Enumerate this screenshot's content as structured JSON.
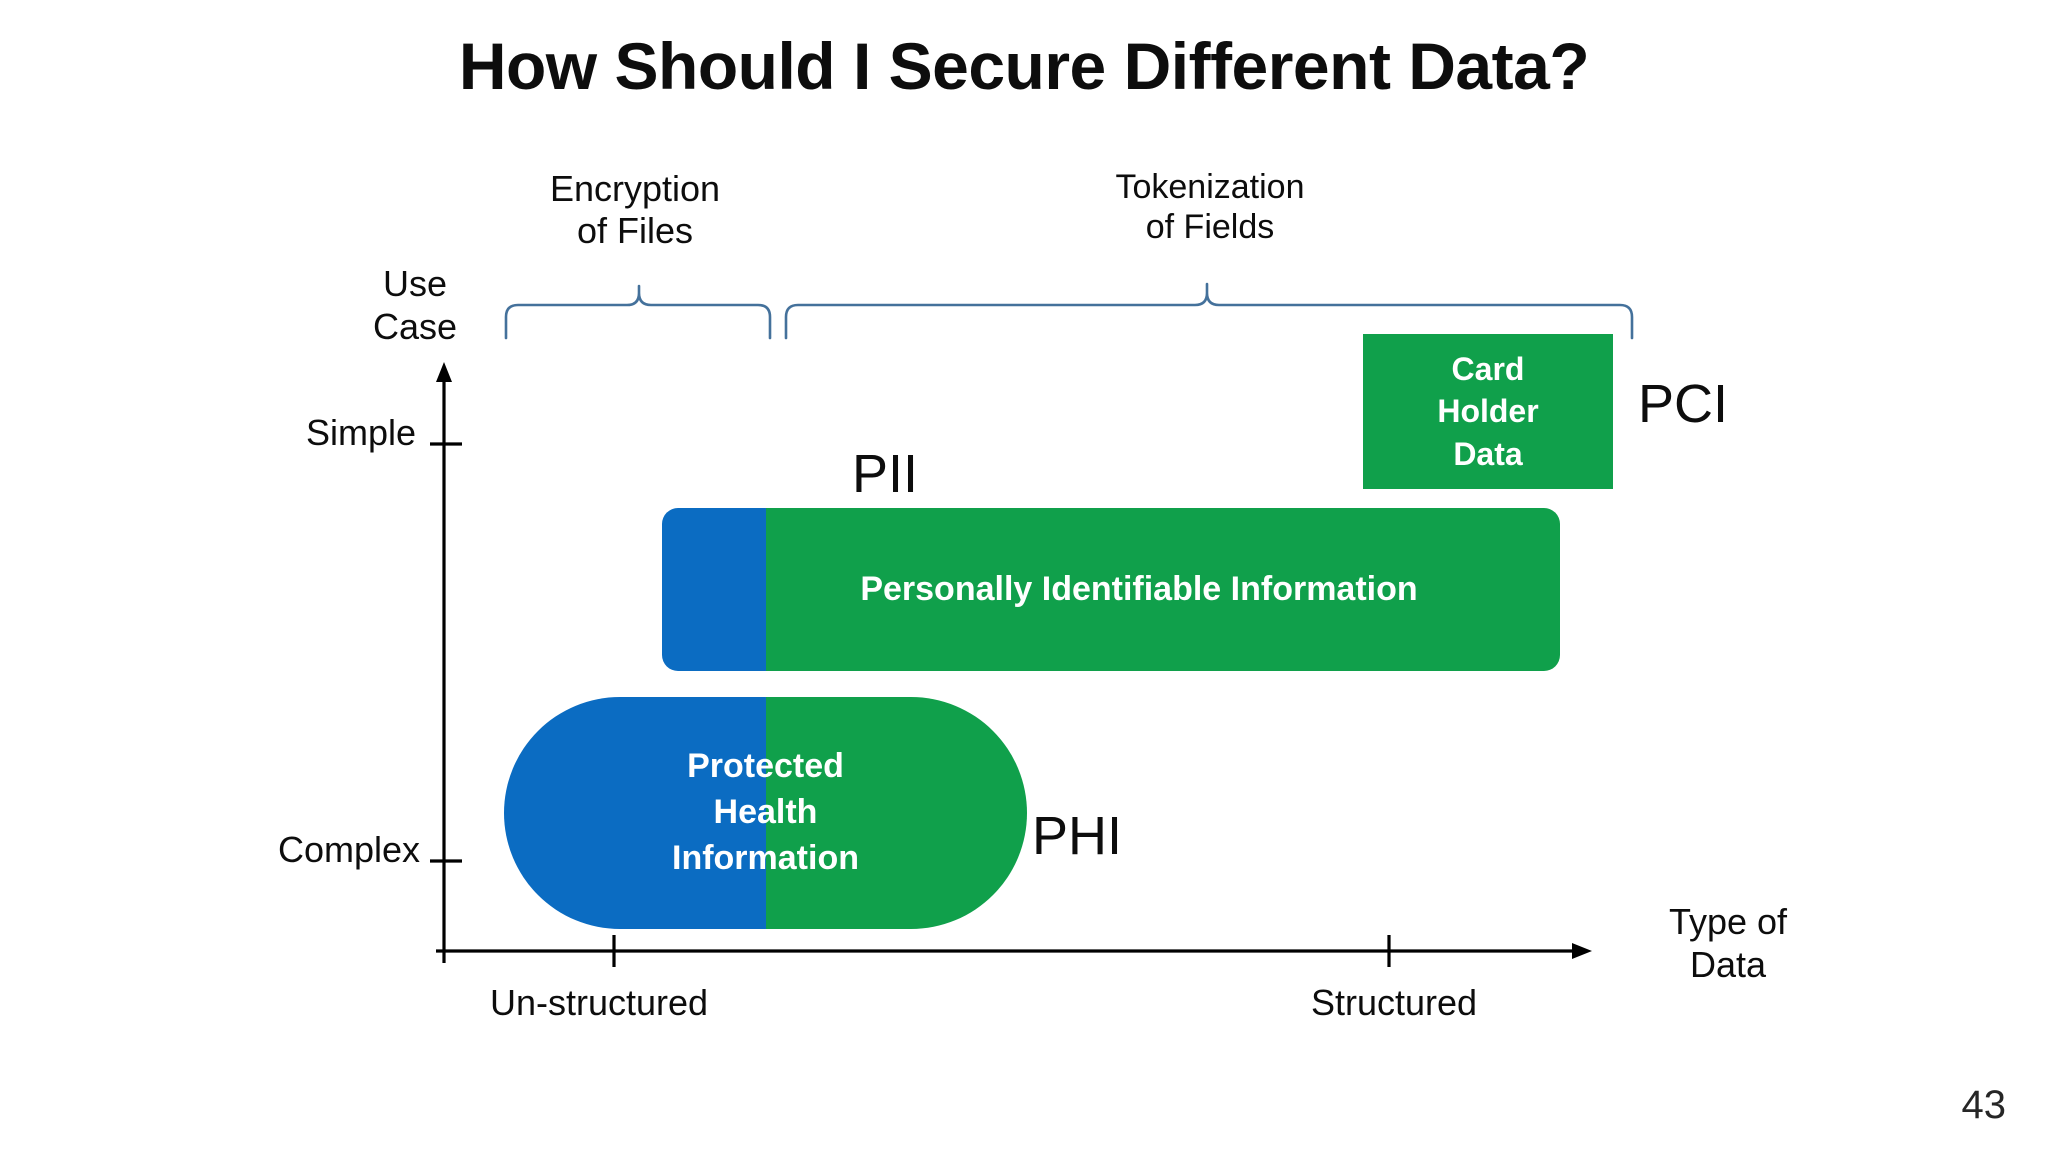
{
  "slide": {
    "title": "How Should I Secure Different Data?",
    "number": "43",
    "background_color": "#ffffff"
  },
  "colors": {
    "green": "#10A04B",
    "blue": "#0B6CC2",
    "brace": "#44719B",
    "axis": "#000000",
    "text": "#0d0d0d"
  },
  "braces": {
    "encryption": {
      "label_line1": "Encryption",
      "label_line2": "of Files"
    },
    "tokenization": {
      "label_line1": "Tokenization",
      "label_line2": "of Fields"
    }
  },
  "chart_data": {
    "type": "scatter",
    "title": "How Should I Secure Different Data?",
    "xlabel_line1": "Type of",
    "xlabel_line2": "Data",
    "ylabel_line1": "Use",
    "ylabel_line2": "Case",
    "x_ticks": [
      "Un-structured",
      "Structured"
    ],
    "y_ticks": [
      "Simple",
      "Complex"
    ],
    "grid": false,
    "legend": "none",
    "annotations": [
      {
        "name": "PCI",
        "label": "PCI",
        "body_lines": [
          "Card",
          "Holder",
          "Data"
        ],
        "shape": "rectangle",
        "fill": [
          "green"
        ],
        "x_range": [
          "structured"
        ],
        "y_level": "simple"
      },
      {
        "name": "PII",
        "label": "PII",
        "body_lines": [
          "Personally Identifiable Information"
        ],
        "shape": "rounded-bar",
        "fill": [
          "blue",
          "green"
        ],
        "x_range": [
          "un-structured",
          "structured"
        ],
        "y_level": "mid-simple"
      },
      {
        "name": "PHI",
        "label": "PHI",
        "body_lines": [
          "Protected",
          "Health",
          "Information"
        ],
        "shape": "pill",
        "fill": [
          "blue",
          "green"
        ],
        "x_range": [
          "un-structured"
        ],
        "y_level": "complex"
      }
    ]
  },
  "axis": {
    "y_tick_simple": "Simple",
    "y_tick_complex": "Complex",
    "x_tick_unstructured": "Un-structured",
    "x_tick_structured": "Structured",
    "x_title_line1": "Type of",
    "x_title_line2": "Data",
    "y_title_line1": "Use",
    "y_title_line2": "Case"
  },
  "shapes": {
    "pci": {
      "line1": "Card",
      "line2": "Holder",
      "line3": "Data",
      "tag": "PCI"
    },
    "pii": {
      "text": "Personally Identifiable Information",
      "tag": "PII"
    },
    "phi": {
      "line1": "Protected",
      "line2": "Health",
      "line3": "Information",
      "tag": "PHI"
    }
  }
}
